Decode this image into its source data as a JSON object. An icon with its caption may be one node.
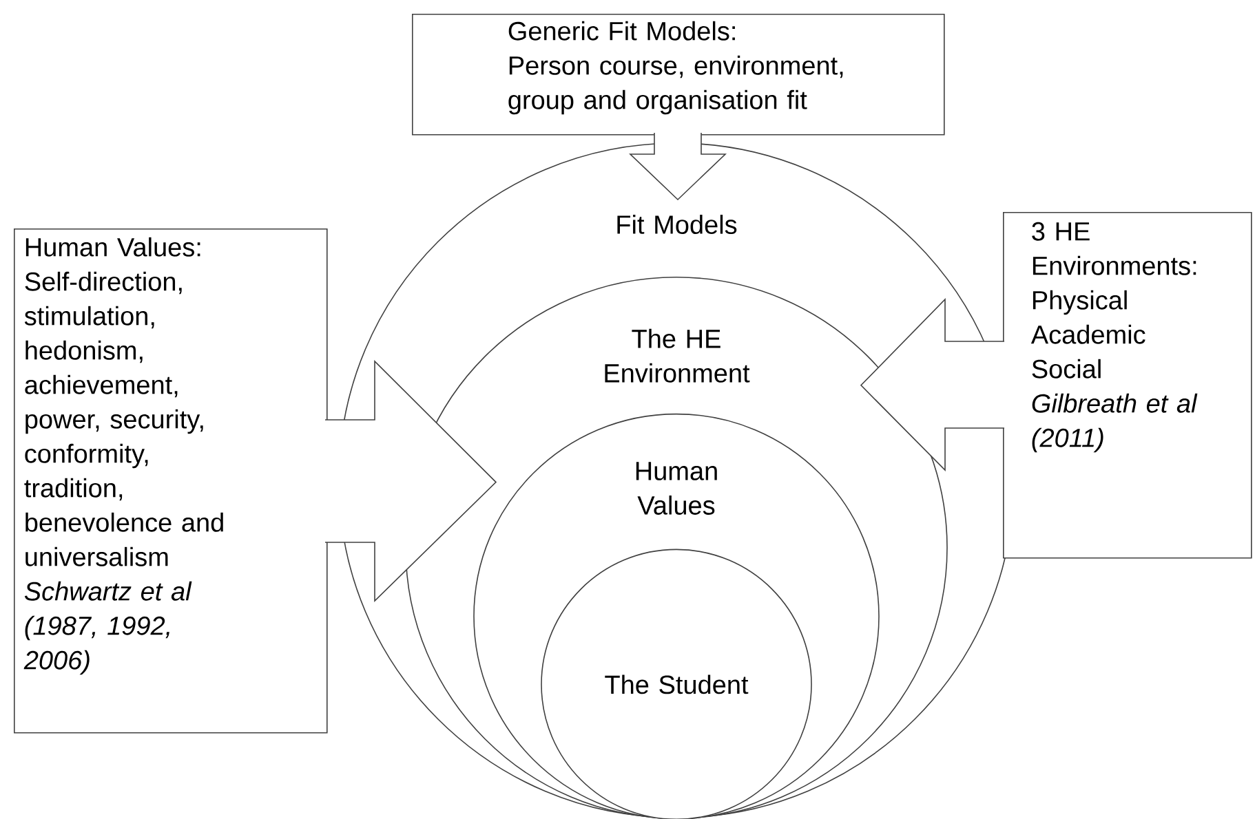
{
  "diagram": {
    "nodes": [
      {
        "text": [
          "Generic Fit Models:",
          "Person course, environment, group and organisation fit"
        ]
      },
      {
        "text": [
          "Human Values: Self-direction, stimulation, hedonism, achievement, power, security, conformity, tradition, benevolence and universalism",
          "Schwartz et al (1987, 1992, 2006)"
        ]
      },
      {
        "text": [
          "3 HE Environments: Physical Academic Social",
          "Gilbreath et al (2011)"
        ]
      },
      {
        "text": [
          "Fit Models"
        ]
      },
      {
        "text": [
          "The HE Environment"
        ],
        "in": 3
      },
      {
        "text": [
          "Human Values"
        ],
        "in": 4
      },
      {
        "text": [
          "The Student"
        ],
        "in": 5
      }
    ],
    "edges": [
      {
        "from": 0,
        "to": 3,
        "arrow": "to"
      },
      {
        "from": 1,
        "to": 5,
        "arrow": "to"
      },
      {
        "from": 2,
        "to": 4,
        "arrow": "to"
      }
    ]
  }
}
